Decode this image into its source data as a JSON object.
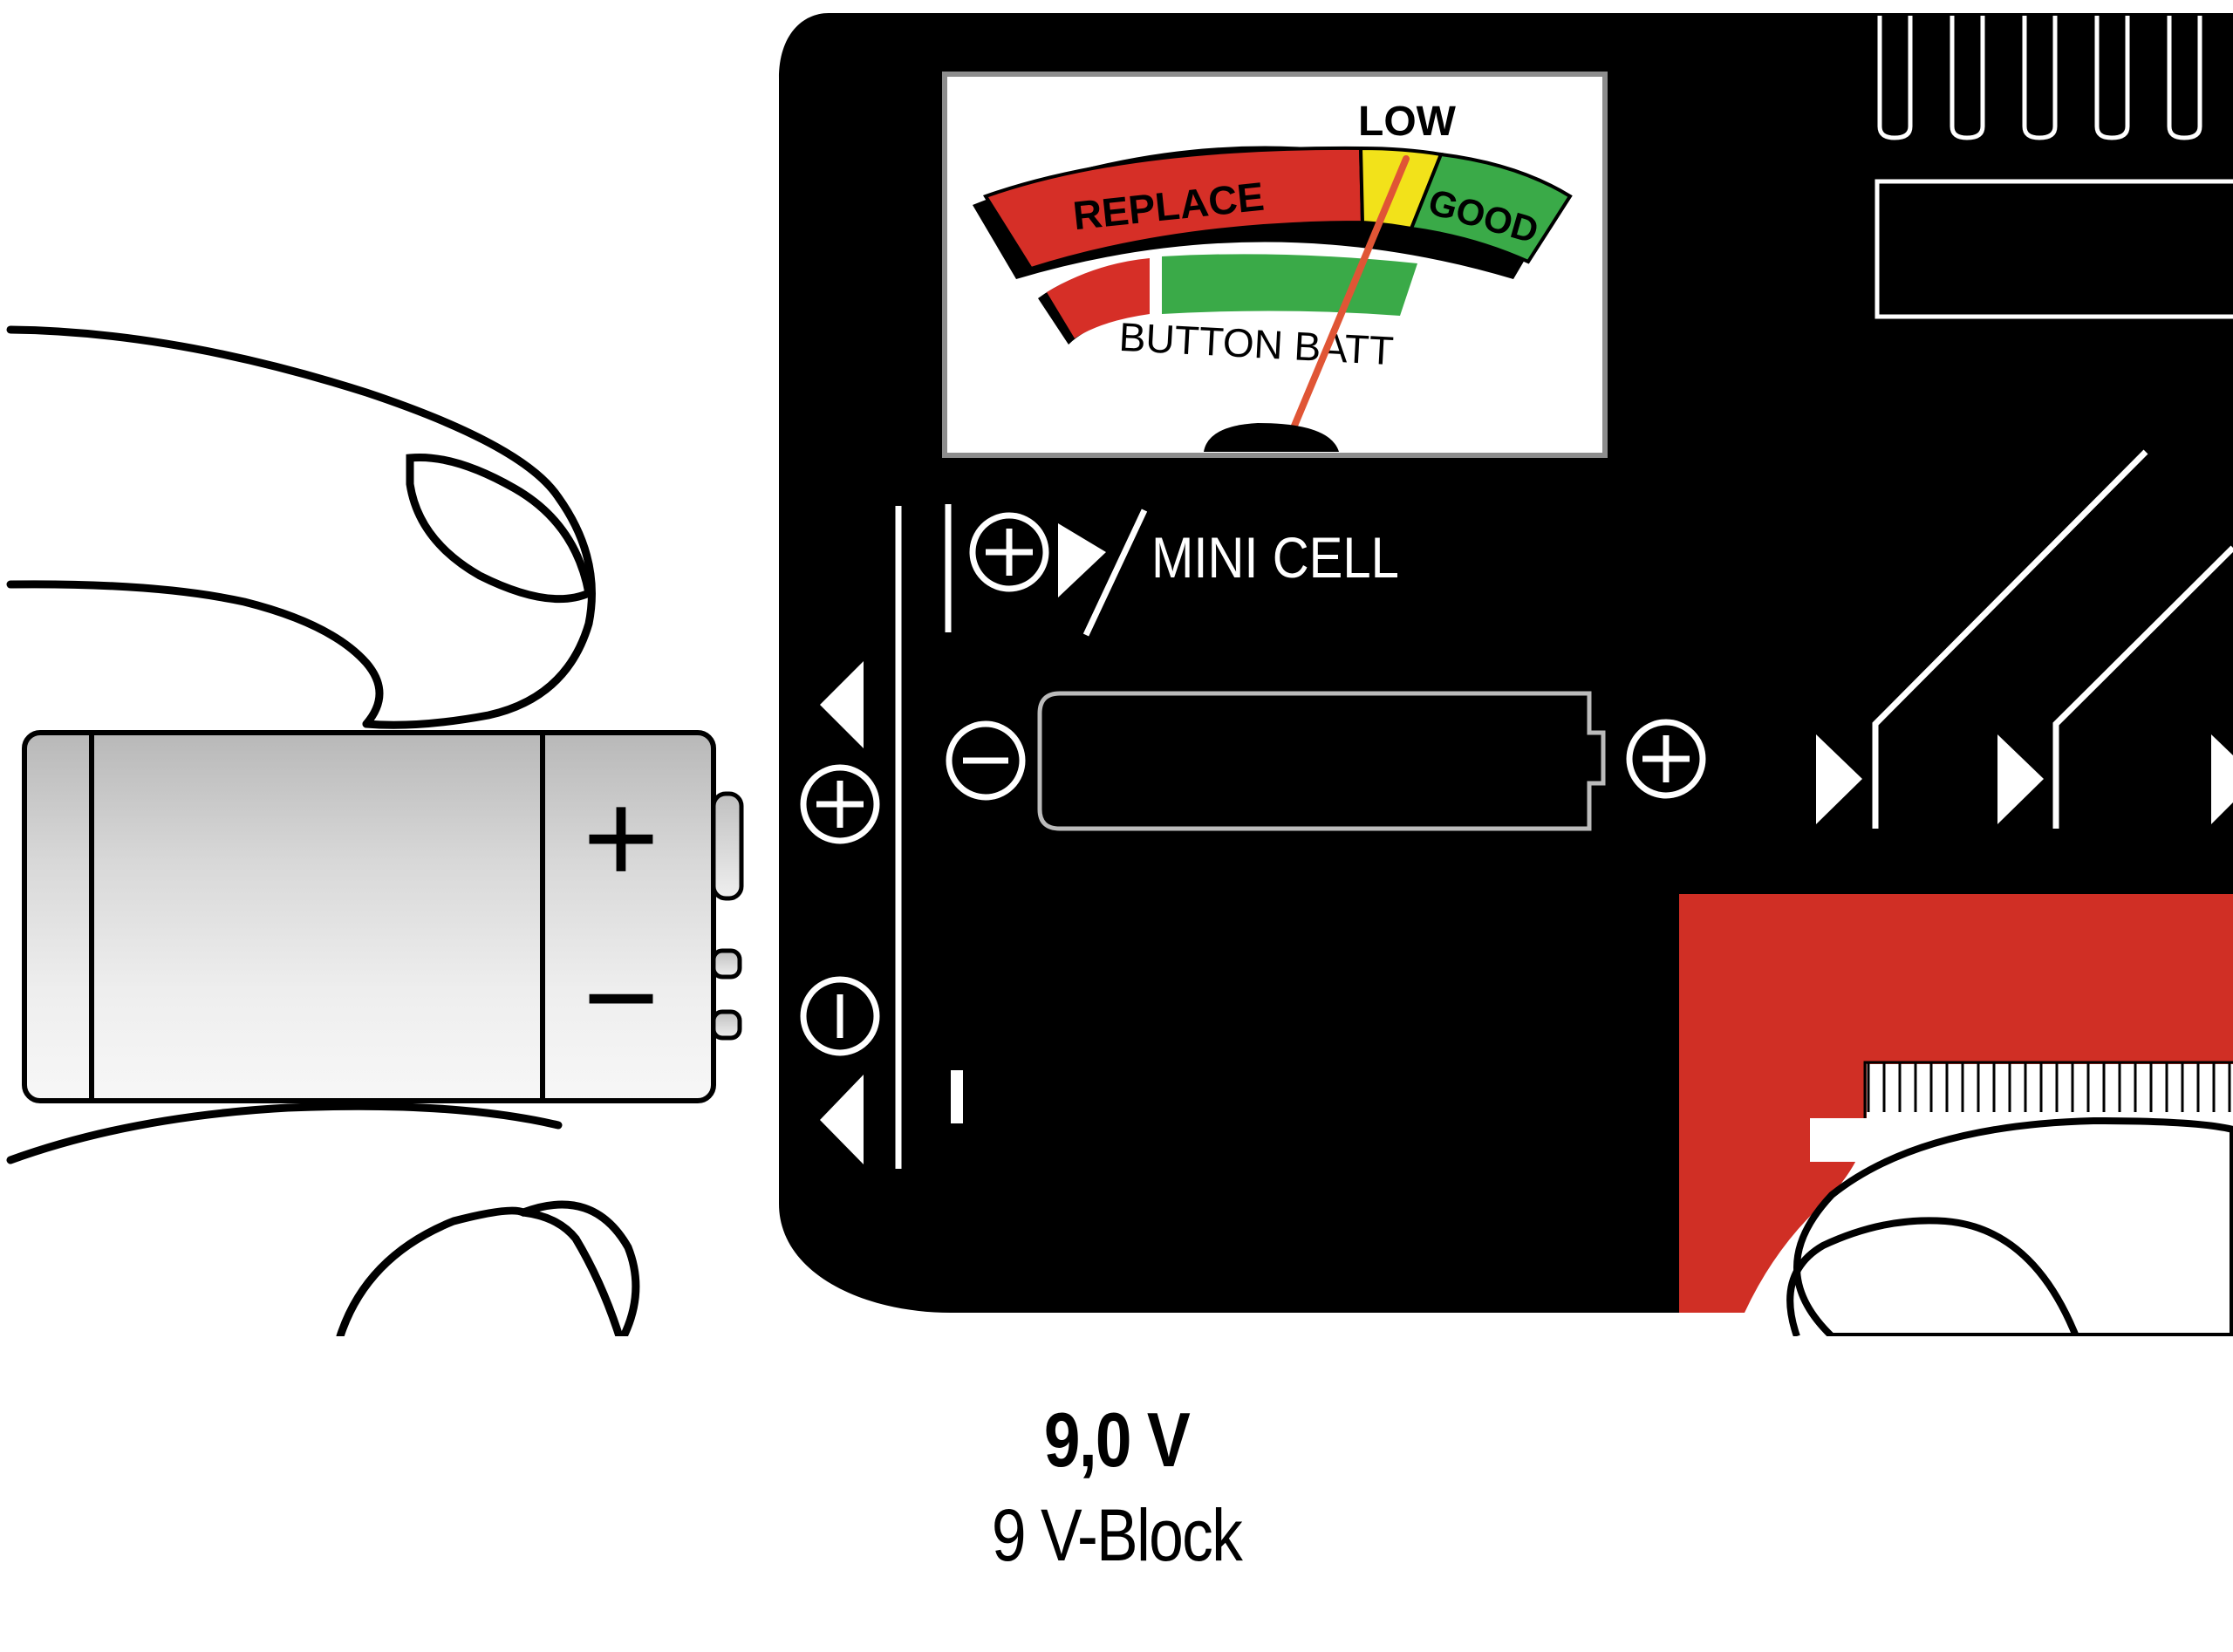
{
  "gauge": {
    "low_label": "LOW",
    "replace_label": "REPLACE",
    "good_label": "GOOD",
    "button_batt_label": "BUTTON BATT"
  },
  "tester": {
    "mini_cell_label": "MINI CELL"
  },
  "battery": {
    "plus_sign": "+",
    "minus_sign": "−"
  },
  "caption": {
    "voltage": "9,0 V",
    "type": "9 V-Block"
  },
  "colors": {
    "replace_red": "#D62F27",
    "low_yellow": "#F2E21A",
    "good_green": "#3AAA48",
    "slider_red": "#D02F25",
    "needle": "#E05535",
    "body": "#000000"
  },
  "icons": [
    "plus-circle-icon",
    "minus-circle-icon",
    "triangle-arrow-icon"
  ]
}
